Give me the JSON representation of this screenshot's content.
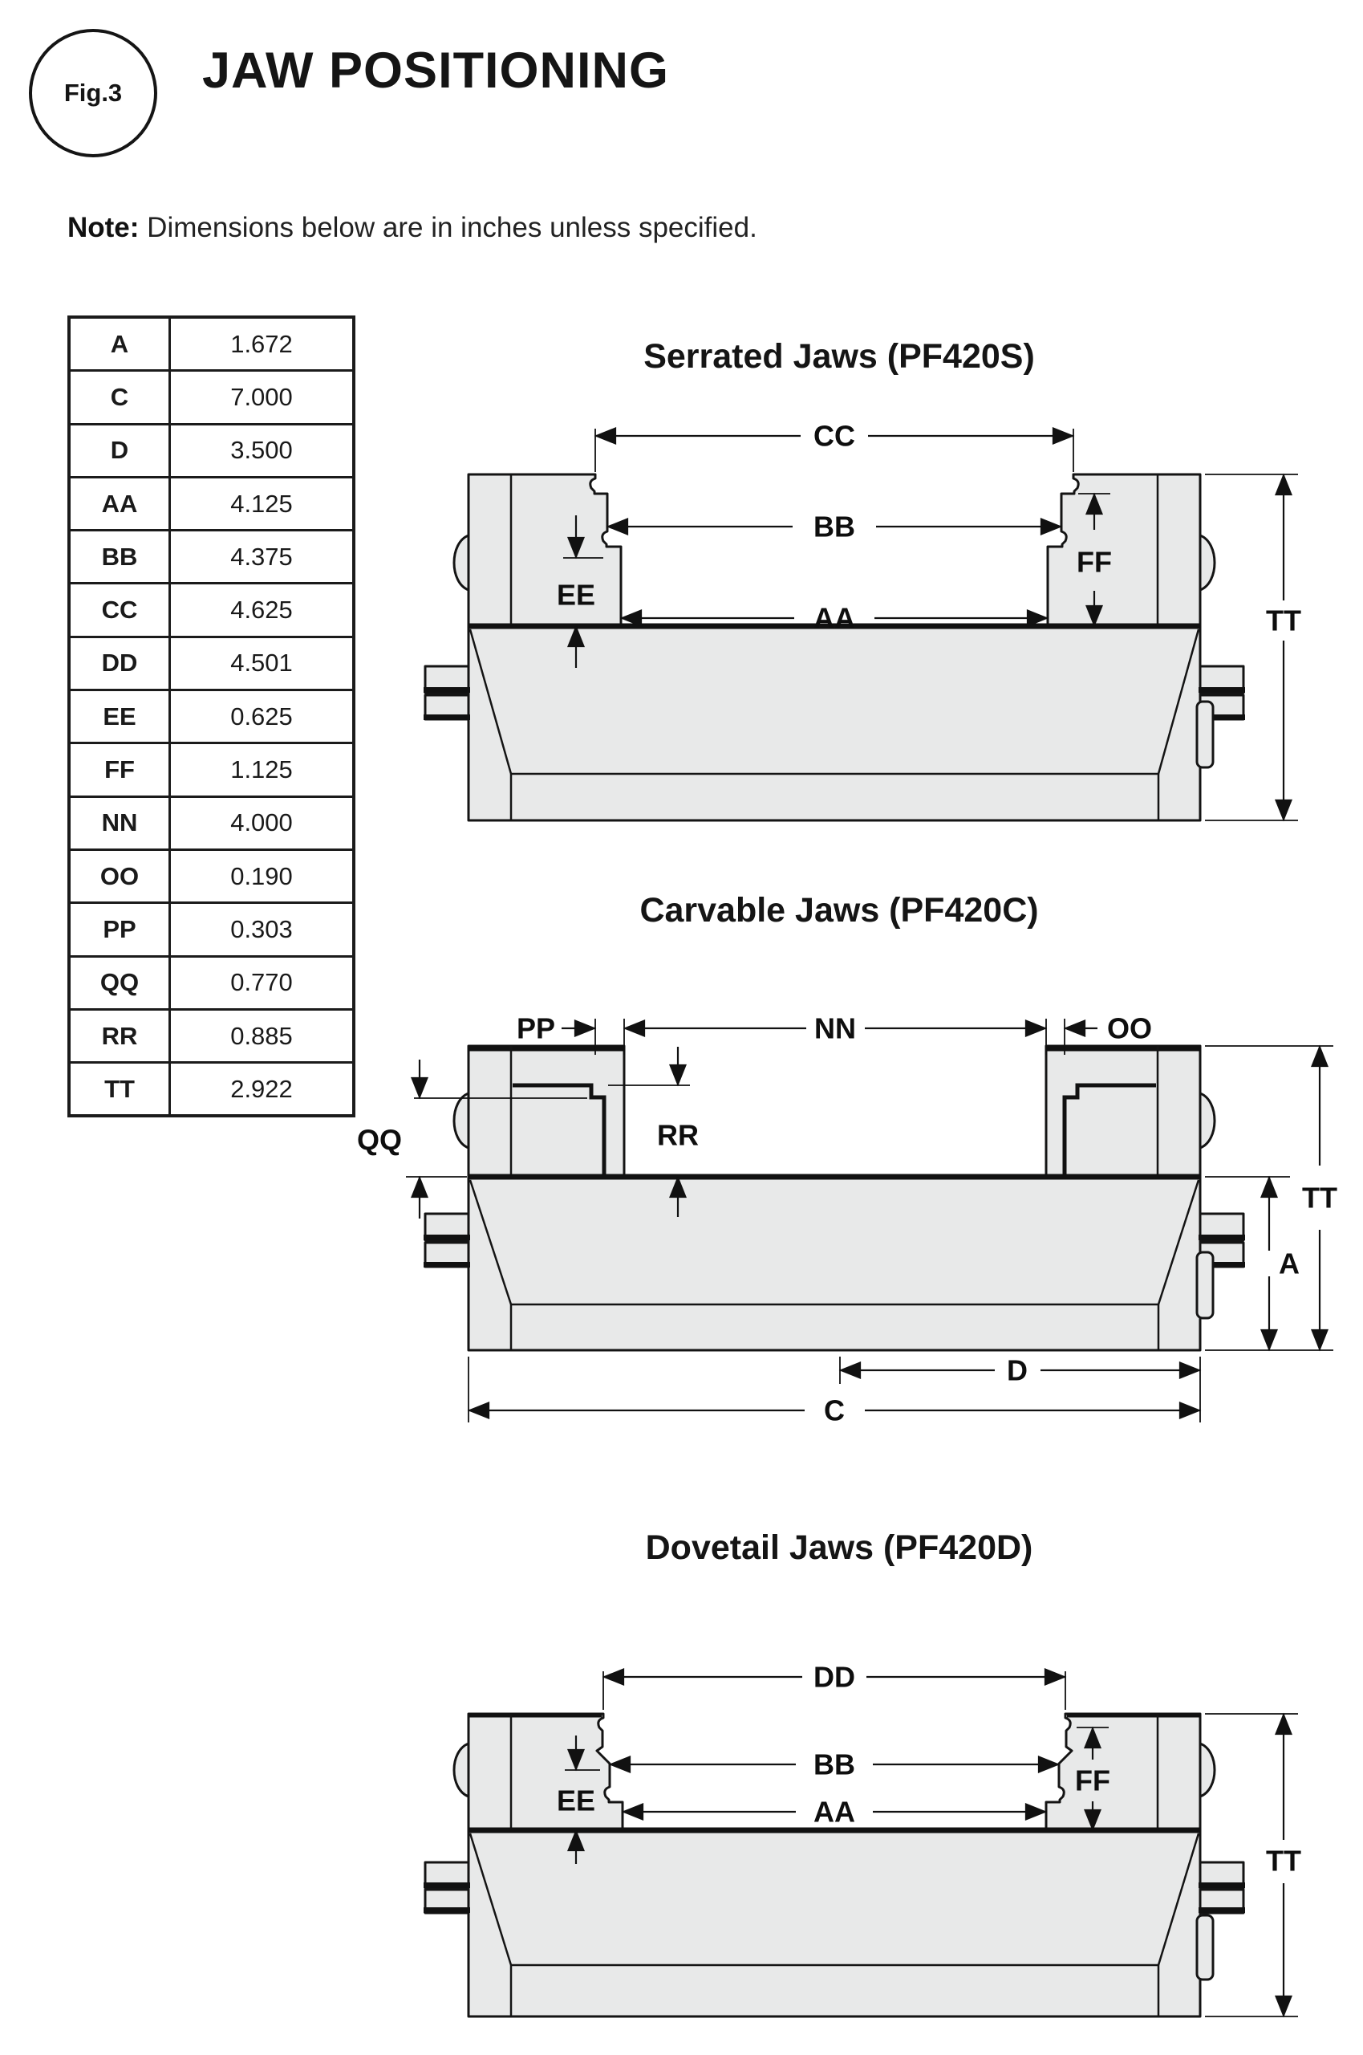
{
  "figure": {
    "badge": "Fig.3",
    "title": "JAW POSITIONING"
  },
  "note": {
    "label": "Note:",
    "text": " Dimensions below are in inches unless specified."
  },
  "colors": {
    "line": "#141414",
    "part_fill": "#e8e9e9",
    "background": "#ffffff",
    "text": "#151515"
  },
  "dimension_table": {
    "rows": [
      [
        "A",
        "1.672"
      ],
      [
        "C",
        "7.000"
      ],
      [
        "D",
        "3.500"
      ],
      [
        "AA",
        "4.125"
      ],
      [
        "BB",
        "4.375"
      ],
      [
        "CC",
        "4.625"
      ],
      [
        "DD",
        "4.501"
      ],
      [
        "EE",
        "0.625"
      ],
      [
        "FF",
        "1.125"
      ],
      [
        "NN",
        "4.000"
      ],
      [
        "OO",
        "0.190"
      ],
      [
        "PP",
        "0.303"
      ],
      [
        "QQ",
        "0.770"
      ],
      [
        "RR",
        "0.885"
      ],
      [
        "TT",
        "2.922"
      ]
    ]
  },
  "diagrams": {
    "serrated": {
      "title": "Serrated Jaws (PF420S)",
      "dims": {
        "top": "CC",
        "mid": "BB",
        "low": "AA",
        "left": "EE",
        "right": "FF",
        "height": "TT"
      }
    },
    "carvable": {
      "title": "Carvable Jaws (PF420C)",
      "dims": {
        "pp": "PP",
        "nn": "NN",
        "oo": "OO",
        "qq": "QQ",
        "rr": "RR",
        "tt": "TT",
        "a": "A",
        "d": "D",
        "c": "C"
      }
    },
    "dovetail": {
      "title": "Dovetail Jaws (PF420D)",
      "dims": {
        "top": "DD",
        "mid": "BB",
        "low": "AA",
        "left": "EE",
        "right": "FF",
        "height": "TT"
      }
    }
  }
}
